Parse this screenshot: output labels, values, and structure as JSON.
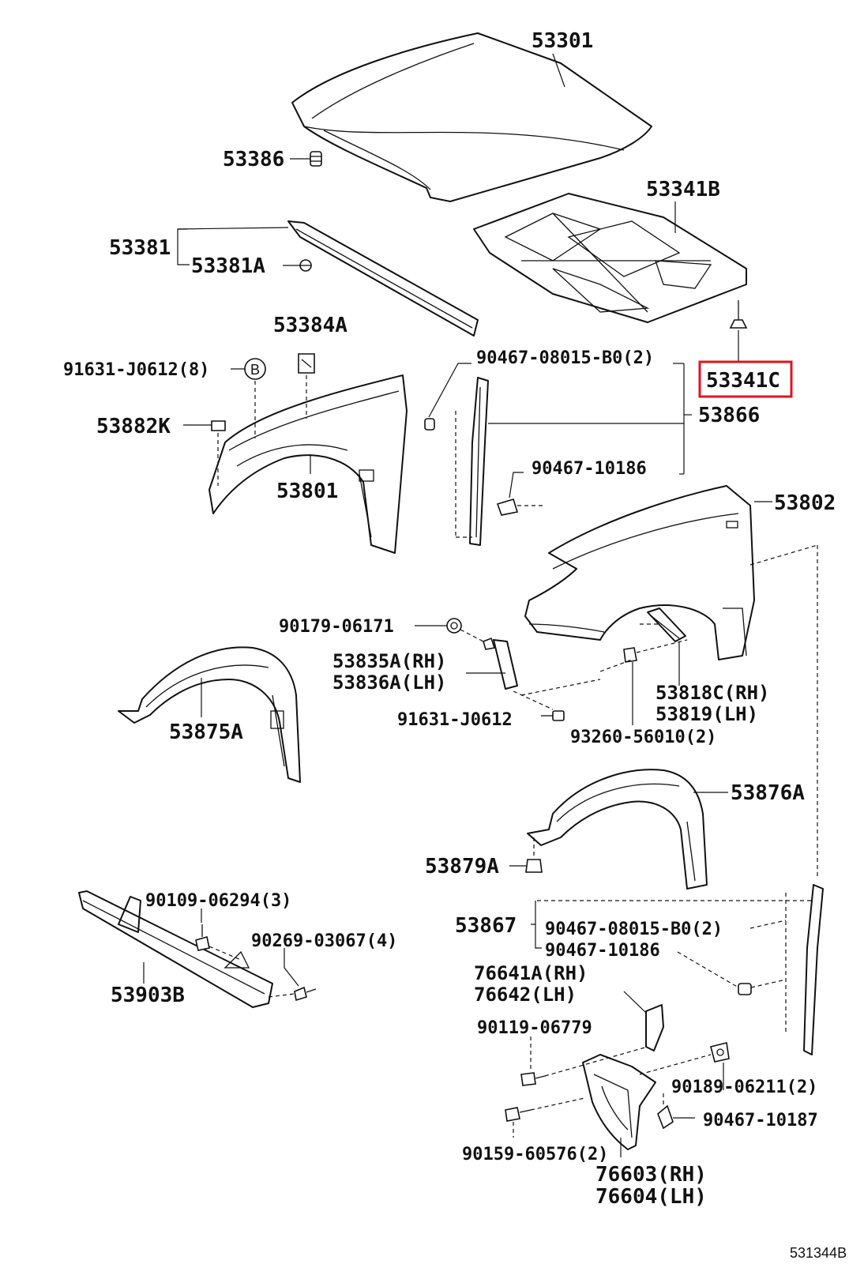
{
  "parts": {
    "p53301": "53301",
    "p53386": "53386",
    "p53341B": "53341B",
    "p53381": "53381",
    "p53381A": "53381A",
    "p53384A": "53384A",
    "p91631_J0612_8": "91631-J0612(8)",
    "p90467_08015_B0_2_top": "90467-08015-B0(2)",
    "p53341C": "53341C",
    "p53882K": "53882K",
    "p53866": "53866",
    "p90467_10186_top": "90467-10186",
    "p53801": "53801",
    "p53802": "53802",
    "p90179_06171": "90179-06171",
    "p53835A": "53835A(RH)",
    "p53836A": "53836A(LH)",
    "p53818C": "53818C(RH)",
    "p53819": "53819(LH)",
    "p53875A": "53875A",
    "p91631_J0612": "91631-J0612",
    "p93260_56010": "93260-56010(2)",
    "p53876A": "53876A",
    "p53879A": "53879A",
    "p90109_06294": "90109-06294(3)",
    "p90269_03067": "90269-03067(4)",
    "p53867": "53867",
    "p90467_08015_B0_2_bot": "90467-08015-B0(2)",
    "p90467_10186_bot": "90467-10186",
    "p53903B": "53903B",
    "p76641A": "76641A(RH)",
    "p76642": "76642(LH)",
    "p90119_06779": "90119-06779",
    "p90189_06211": "90189-06211(2)",
    "p90467_10187": "90467-10187",
    "p90159_60576": "90159-60576(2)",
    "p76603": "76603(RH)",
    "p76604": "76604(LH)"
  },
  "markers": {
    "b": "B"
  },
  "diagram_ref": "531344B",
  "highlight": {
    "part": "53341C",
    "color": "#e0141e"
  }
}
